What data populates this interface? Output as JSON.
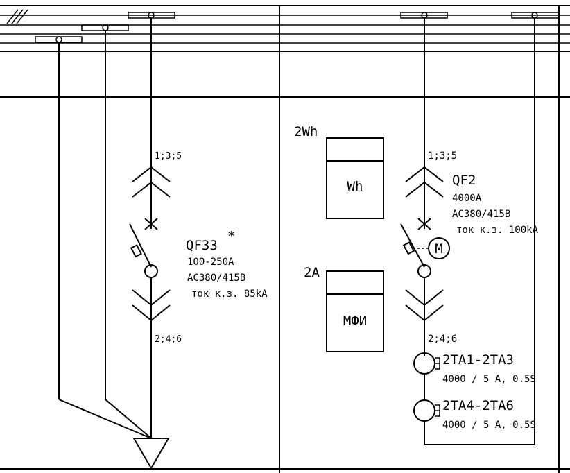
{
  "left_feeder": {
    "upper_terminal": "1;3;5",
    "breaker_name": "QF33",
    "breaker_note_mark": "*",
    "breaker_rating": "100-250A",
    "breaker_voltage": "AC380/415B",
    "breaker_short_circuit": "ток к.з. 85kA",
    "lower_terminal": "2;4;6"
  },
  "right_feeder": {
    "upper_terminal": "1;3;5",
    "breaker_name": "QF2",
    "breaker_rating": "4000A",
    "breaker_voltage": "AC380/415B",
    "breaker_short_circuit": "ток к.з. 100kA",
    "motor_drive_label": "M",
    "lower_terminal": "2;4;6",
    "ct_group_1_name": "2TA1-2TA3",
    "ct_group_1_spec": "4000 / 5 A, 0.5S",
    "ct_group_2_name": "2TA4-2TA6",
    "ct_group_2_spec": "4000 / 5 A, 0.5S"
  },
  "meters": {
    "energy_meter_tag": "2Wh",
    "energy_meter_label": "Wh",
    "multifunction_tag": "2A",
    "multifunction_label": "МФИ"
  }
}
